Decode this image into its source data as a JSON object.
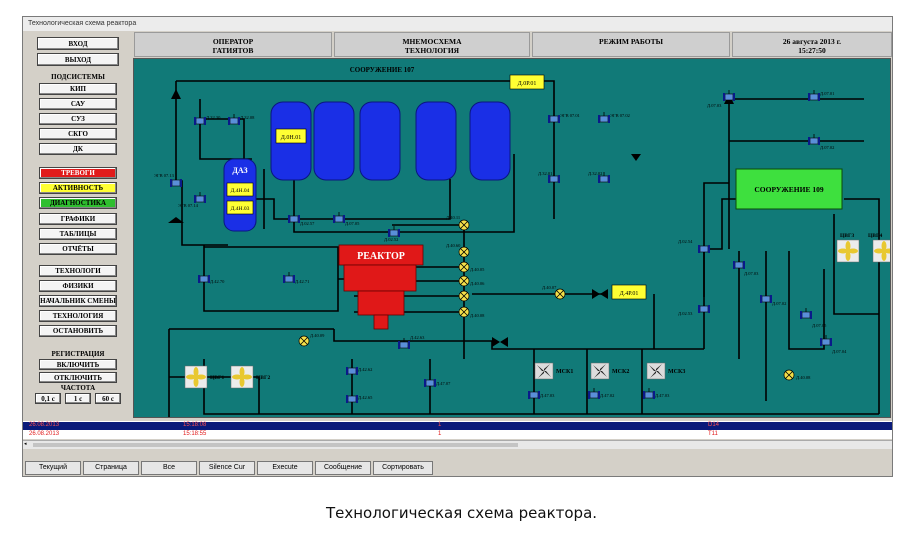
{
  "window": {
    "title": "Технологическая схема реактора"
  },
  "sidebar": {
    "top_buttons": [
      {
        "label": "ВХОД"
      },
      {
        "label": "ВЫХОД"
      }
    ],
    "subsystems_title": "ПОДСИСТЕМЫ",
    "subsystems": [
      {
        "label": "КИП"
      },
      {
        "label": "САУ"
      },
      {
        "label": "СУЗ"
      },
      {
        "label": "СКГО"
      },
      {
        "label": "ДК"
      }
    ],
    "alarms": [
      {
        "label": "ТРЕВОГИ"
      },
      {
        "label": "АКТИВНОСТЬ"
      },
      {
        "label": "ДИАГНОСТИКА"
      }
    ],
    "views": [
      {
        "label": "ГРАФИКИ"
      },
      {
        "label": "ТАБЛИЦЫ"
      },
      {
        "label": "ОТЧЁТЫ"
      }
    ],
    "roles": [
      {
        "label": "ТЕХНОЛОГИ"
      },
      {
        "label": "ФИЗИКИ"
      },
      {
        "label": "НАЧАЛЬНИК СМЕНЫ"
      },
      {
        "label": "ТЕХНОЛОГИЯ"
      },
      {
        "label": "ОСТАНОВИТЬ"
      }
    ],
    "registration_title": "РЕГИСТРАЦИЯ",
    "registration": [
      {
        "label": "ВКЛЮЧИТЬ"
      },
      {
        "label": "ОТКЛЮЧИТЬ"
      }
    ],
    "frequency_title": "ЧАСТОТА",
    "frequency": [
      {
        "label": "0,1 с"
      },
      {
        "label": "1 с"
      },
      {
        "label": "60 с"
      }
    ]
  },
  "header": {
    "operator_title": "ОПЕРАТОР",
    "operator_name": "ГАТИЯТОВ",
    "mnemo_title": "МНЕМОСХЕМА",
    "mnemo_sub": "ТЕХНОЛОГИЯ",
    "mode": "РЕЖИМ РАБОТЫ",
    "date": "26 августа 2013 г.",
    "time": "15:27:50"
  },
  "scheme": {
    "title": "СООРУЖЕНИЕ 107",
    "building_109": "СООРУЖЕНИЕ 109",
    "reactor": "РЕАКТОР",
    "daz": "ДАЗ",
    "daz_sensors": [
      "Д.4Н.04",
      "Д.4Н.03"
    ],
    "tank_label": "Д.0Н.01",
    "top_sensor": "Д.0Р.01",
    "mid_sensor": "Д.4Р.01",
    "pumps": [
      {
        "label": "МСК1"
      },
      {
        "label": "МСК2"
      },
      {
        "label": "МСК3"
      }
    ],
    "fans_left": [
      {
        "label": "ЦВГ1"
      },
      {
        "label": "ЦВГ2"
      }
    ],
    "fans_right": [
      {
        "label": "ЦВГ3"
      },
      {
        "label": "ЦВГ4"
      }
    ],
    "valve_labels": [
      "Д.32.30",
      "Д.32.08",
      "ЭГВ 07.13",
      "ЭГВ 07.14",
      "ЭГВ 07.01",
      "ЭГВ 07.02",
      "Д.32.01",
      "Д.32.02",
      "Д.07.03",
      "Д.07.01",
      "Д.07.02",
      "Д.02.57",
      "Д.07.05",
      "Д.02.52",
      "Д.40.11",
      "Д.40.60",
      "Д.40.05",
      "Д.40.06",
      "Д.40.07",
      "Д.40.08",
      "Д.42.70",
      "Д.42.71",
      "Д.40.09",
      "Д.42.63",
      "Д.42.62",
      "Д.42.65",
      "Д.47.07",
      "Д.47.03",
      "Д.47.02",
      "Д.47.03",
      "Д.02.54",
      "Д.02.53",
      "Д.07.03",
      "Д.07.02",
      "Д.07.05",
      "Д.07.04",
      "Д.40.08"
    ]
  },
  "log": [
    {
      "date": "26.08.2013",
      "time": "15:18:08",
      "num": "1",
      "code": "D14"
    },
    {
      "date": "26.08.2013",
      "time": "15:18:55",
      "num": "1",
      "code": "T11"
    }
  ],
  "tabs": [
    {
      "label": "Текущий"
    },
    {
      "label": "Страница"
    },
    {
      "label": "Все"
    },
    {
      "label": "Silence Cur"
    },
    {
      "label": "Execute"
    },
    {
      "label": "Сообщение"
    },
    {
      "label": "Сортировать"
    }
  ],
  "caption": "Технологическая схема реактора.",
  "colors": {
    "background": "#117a78",
    "pipe": "#000000",
    "tank": "#1a2fe6",
    "reactor": "#e01818",
    "building_109": "#3ee03e",
    "sensor": "#ffff33"
  }
}
